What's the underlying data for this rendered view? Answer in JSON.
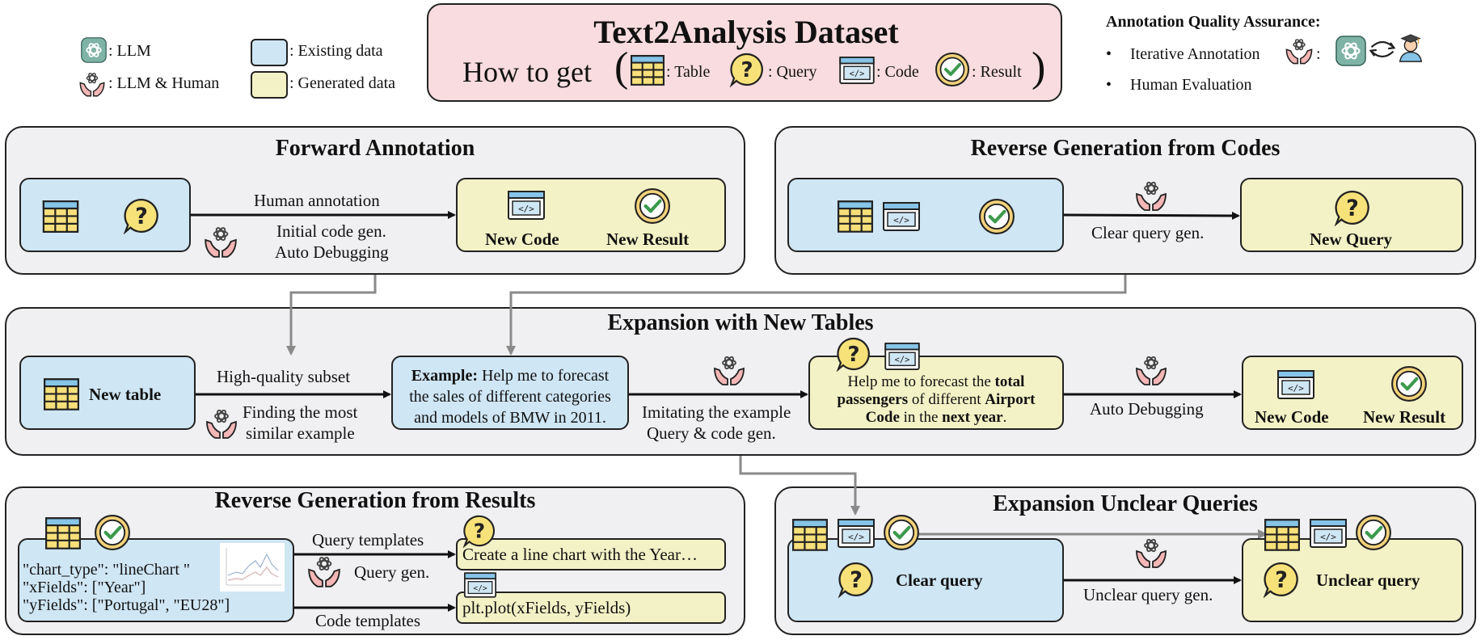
{
  "legend": {
    "llm": ": LLM",
    "llm_human": ": LLM & Human",
    "existing": ":  Existing  data",
    "generated": ": Generated data"
  },
  "header": {
    "title": "Text2Analysis Dataset",
    "how_to_get": "How to get",
    "open_paren": "(",
    "close_paren": ")",
    "table": ": Table",
    "query": ": Query",
    "code": ": Code",
    "result": ": Result"
  },
  "quality": {
    "title": "Annotation Quality Assurance:",
    "bullet": "•",
    "item1": "Iterative Annotation",
    "colon": ":",
    "item2": "Human Evaluation"
  },
  "forward": {
    "title": "Forward Annotation",
    "human_annotation": "Human annotation",
    "initial_code": "Initial code gen.",
    "auto_debugging": "Auto Debugging",
    "new_code": "New Code",
    "new_result": "New Result"
  },
  "reverse_codes": {
    "title": "Reverse Generation from Codes",
    "clear_query_gen": "Clear query gen.",
    "new_query": "New Query"
  },
  "expansion_tables": {
    "title": "Expansion with New Tables",
    "new_table": "New table",
    "high_quality": "High-quality subset",
    "finding_1": "Finding the most",
    "finding_2": "similar example",
    "example_bold": "Example:",
    "example_1": " Help me to forecast",
    "example_2": "the sales of different categories",
    "example_3": "and models of BMW in 2011.",
    "imitating_1": "Imitating the example",
    "imitating_2": "Query & code gen.",
    "q1_a": "Help me to forecast the ",
    "q1_b": "total",
    "q2_a": "passengers",
    "q2_b": " of different ",
    "q2_c": "Airport",
    "q3_a": "Code",
    "q3_b": " in the ",
    "q3_c": "next year",
    "q3_d": ".",
    "auto_debugging": "Auto Debugging",
    "new_code": "New Code",
    "new_result": "New Result"
  },
  "reverse_results": {
    "title": "Reverse Generation from Results",
    "field1": "\"chart_type\": \"lineChart \"",
    "field2": "\"xFields\": [\"Year\"]",
    "field3": "\"yFields\": [\"Portugal\", \"EU28\"]",
    "query_templates": "Query templates",
    "query_gen": "Query gen.",
    "code_templates": "Code templates",
    "query_out": "Create a line chart with the Year…",
    "code_out": "plt.plot(xFields, yFields)"
  },
  "unclear": {
    "title": "Expansion Unclear Queries",
    "clear_query": "Clear query",
    "unclear_gen": "Unclear query gen.",
    "unclear_query": "Unclear query"
  },
  "colors": {
    "existing": "#cfe6f4",
    "generated": "#f3f2c6",
    "header_bg": "#f9dcdf",
    "panel_bg": "#f0f0f2",
    "arrow_gray": "#8a8a8a"
  }
}
